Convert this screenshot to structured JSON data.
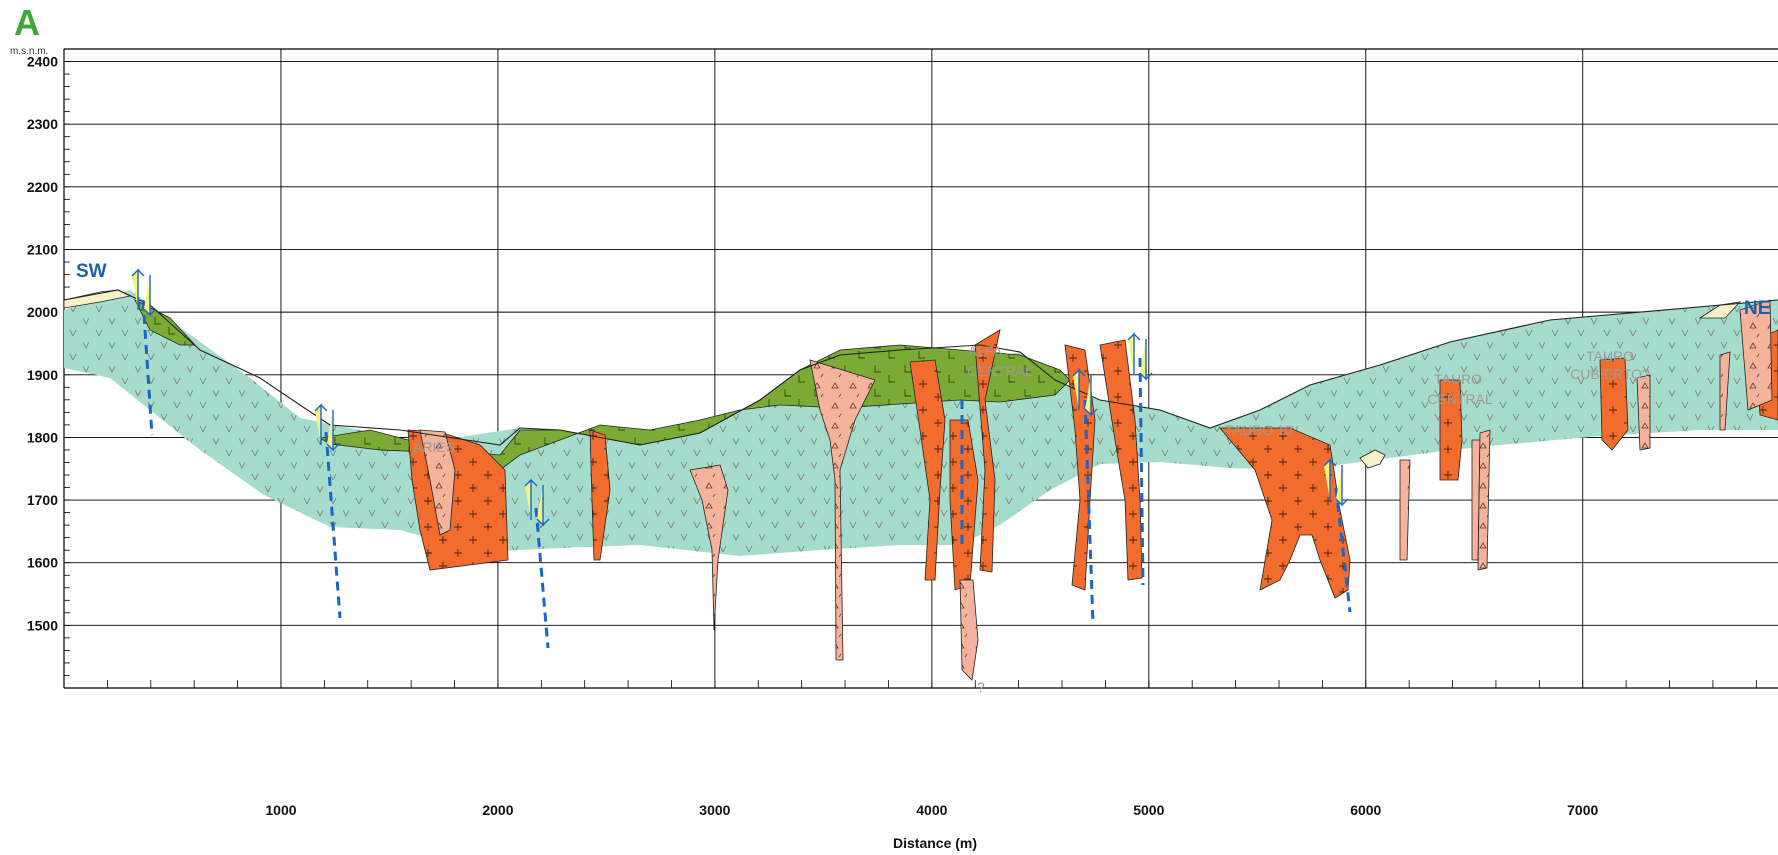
{
  "figure": {
    "panel_letter": "A",
    "y_unit": "m.s.n.m.",
    "x_axis_title": "Distance (m)",
    "direction_left": "SW",
    "direction_right": "NE",
    "question_mark": "?"
  },
  "axes": {
    "x_ticks": [
      "1000",
      "2000",
      "3000",
      "4000",
      "5000",
      "6000",
      "7000"
    ],
    "y_ticks": [
      "2400",
      "2300",
      "2200",
      "2100",
      "2000",
      "1900",
      "1800",
      "1700",
      "1600",
      "1500"
    ],
    "x_range": [
      0,
      7900
    ],
    "y_range": [
      1400,
      2420
    ]
  },
  "deposits": [
    {
      "label_lines": [
        "ARIES"
      ]
    },
    {
      "label_lines": [
        "ALFA",
        "CENTRAL"
      ]
    },
    {
      "label_lines": [
        "TAURO 10"
      ]
    },
    {
      "label_lines": [
        "TAURO",
        "CENTRAL"
      ]
    },
    {
      "label_lines": [
        "TAURO",
        "CUBIERTO?"
      ]
    }
  ],
  "colors": {
    "volcanic_unit": "#a6dccb",
    "andesite_unit": "#7bab34",
    "intrusive_unit": "#f26c2e",
    "breccia_unit": "#f4b39a",
    "cover": "#f7f3c9",
    "fault": "#1a66c8",
    "grid": "#000000",
    "direction_text": "#1f5fa8",
    "panel_letter": "#3aa935"
  }
}
